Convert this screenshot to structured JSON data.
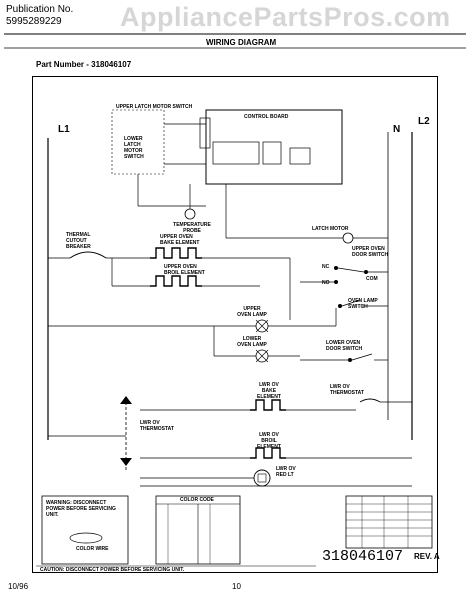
{
  "header": {
    "publication_label": "Publication No.",
    "publication_number": "5995289229",
    "watermark": "AppliancePartsPros.com",
    "diagram_title": "WIRING DIAGRAM",
    "part_number_label": "Part Number - 318046107"
  },
  "diagram": {
    "line1": "L1",
    "line2": "L2",
    "neutral": "N",
    "control_board": "CONTROL BOARD",
    "upper_latch_switch": "UPPER LATCH MOTOR SWITCH",
    "lower_latch_switch": "LOWER LATCH MOTOR SWITCH",
    "temperature_probe": "TEMPERATURE PROBE",
    "latch_motor": "LATCH MOTOR",
    "thermal_cutout": "THERMAL CUTOUT BREAKER",
    "upper_bake_element": "UPPER OVEN BAKE ELEMENT",
    "upper_broil_element": "UPPER OVEN BROIL ELEMENT",
    "upper_door_switch": "UPPER OVEN DOOR SWITCH",
    "nc": "NC",
    "no": "NO",
    "com": "COM",
    "oven_lamp_switch": "OVEN LAMP SWITCH",
    "upper_oven_lamp": "UPPER OVEN LAMP",
    "lower_oven_lamp": "LOWER OVEN LAMP",
    "lower_door_switch": "LOWER OVEN DOOR SWITCH",
    "lower_bake_element": "LWR OV BAKE ELEMENT",
    "lower_thermostat": "LWR OV THERMOSTAT",
    "lower_oven_thermostat_left": "LWR OV THERMOSTAT",
    "lower_broil_element": "LWR OV BROIL ELEMENT",
    "lower_lamp": "LWR OV RED LT",
    "color_code": "COLOR CODE",
    "warning": "WARNING: DISCONNECT POWER BEFORE SERVICING UNIT.",
    "bottom_caution": "CAUTION: DISCONNECT POWER BEFORE SERVICING UNIT.",
    "color_wire": "COLOR WIRE"
  },
  "footer": {
    "big_part": "318046107",
    "rev": "REV. A",
    "date": "10/96",
    "page": "10"
  }
}
